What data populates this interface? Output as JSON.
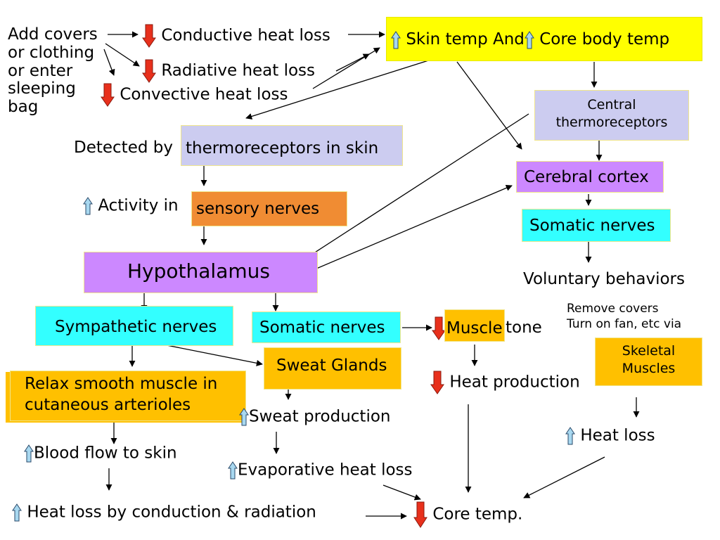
{
  "left_top": {
    "add_covers": [
      "Add covers",
      "or clothing",
      "or enter",
      "sleeping",
      "bag"
    ],
    "conductive": "Conductive heat loss",
    "radiative": "Radiative heat loss",
    "convective": "Convective heat loss"
  },
  "skin_temp_box": {
    "part1": "Skin temp And",
    "part2": "Core body temp"
  },
  "central_thermoreceptors": [
    "Central",
    "thermoreceptors"
  ],
  "detected": {
    "prefix": "Detected by ",
    "box": "thermoreceptors in skin"
  },
  "activity": {
    "prefix": "Activity in ",
    "box": "sensory nerves"
  },
  "hypothalamus": "Hypothalamus",
  "sympathetic_nerves": "Sympathetic nerves",
  "somatic_nerves_mid": "Somatic nerves",
  "sweat_glands": "Sweat Glands",
  "relax": [
    "Relax smooth muscle in",
    "cutaneous arterioles"
  ],
  "sweat_production": "Sweat production",
  "blood_flow": "Blood flow to skin",
  "evaporative": "Evaporative heat loss",
  "heat_loss_cond_rad": "Heat loss by conduction & radiation",
  "core_temp": "Core temp.",
  "muscle_tone": {
    "box": "Muscle",
    "suffix": " tone"
  },
  "heat_production": "Heat production",
  "cerebral_cortex": "Cerebral cortex",
  "somatic_nerves_right": "Somatic nerves",
  "voluntary": "Voluntary behaviors",
  "remove_covers": [
    "Remove covers",
    "Turn on fan, etc via"
  ],
  "skeletal_muscles": [
    "Skeletal",
    "Muscles"
  ],
  "heat_loss": "Heat loss",
  "colors": {
    "yellow": "#ffff00",
    "lavender": "#ccccf0",
    "purple": "#cc88ff",
    "orange": "#f08c33",
    "gold": "#ffc000",
    "cyan": "#33ffff",
    "down_arrow": "#e8301c",
    "up_arrow": "#a8d8f0"
  },
  "icons": {
    "up": "up-arrow-icon",
    "down": "down-arrow-icon"
  }
}
